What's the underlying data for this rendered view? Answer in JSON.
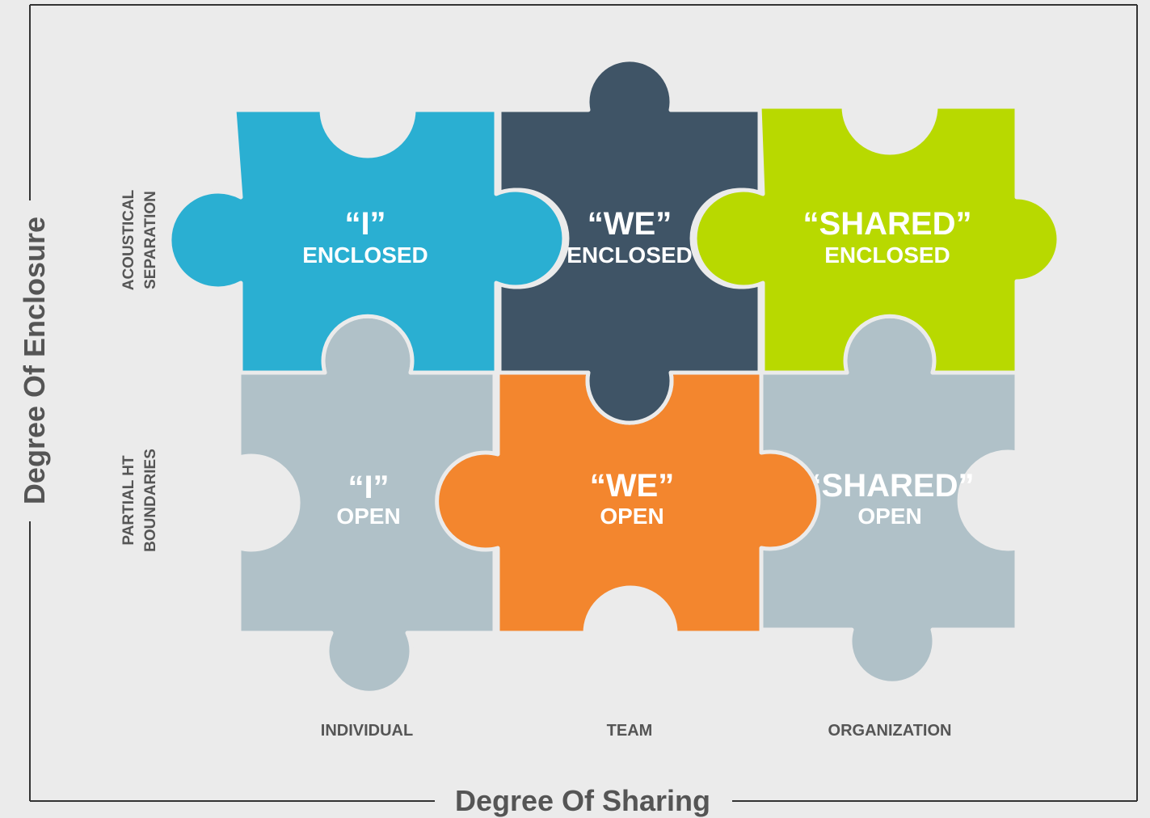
{
  "axes": {
    "x_title": "Degree Of Sharing",
    "y_title": "Degree Of Enclosure"
  },
  "columns": [
    "INDIVIDUAL",
    "TEAM",
    "ORGANIZATION"
  ],
  "rows": [
    [
      "ACOUSTICAL",
      "SEPARATION"
    ],
    [
      "PARTIAL HT",
      "BOUNDARIES"
    ]
  ],
  "pieces": {
    "i_enclosed": {
      "title": "“I”",
      "subtitle": "ENCLOSED",
      "color": "#2aafd2"
    },
    "we_enclosed": {
      "title": "“WE”",
      "subtitle": "ENCLOSED",
      "color": "#3f5466"
    },
    "shared_enclosed": {
      "title": "“SHARED”",
      "subtitle": "ENCLOSED",
      "color": "#b8d900"
    },
    "i_open": {
      "title": "“I”",
      "subtitle": "OPEN",
      "color": "#b0c1c8"
    },
    "we_open": {
      "title": "“WE”",
      "subtitle": "OPEN",
      "color": "#f3862e"
    },
    "shared_open": {
      "title": "“SHARED”",
      "subtitle": "OPEN",
      "color": "#b0c1c8"
    }
  }
}
